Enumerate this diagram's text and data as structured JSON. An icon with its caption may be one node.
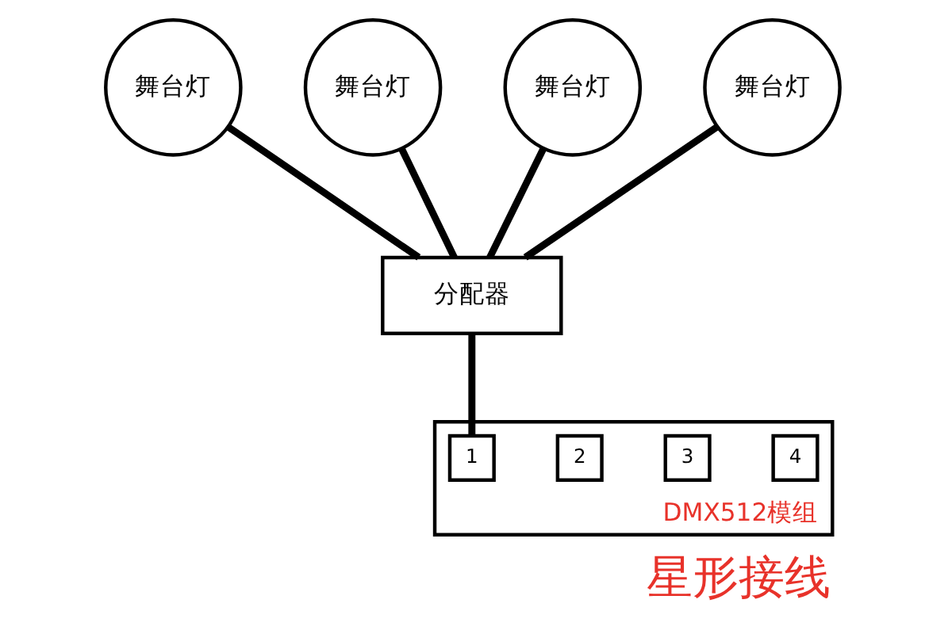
{
  "diagram": {
    "caption": "星形接线",
    "nodes": [
      {
        "text": [
          "舞台灯"
        ]
      },
      {
        "text": [
          "舞台灯"
        ]
      },
      {
        "text": [
          "舞台灯"
        ]
      },
      {
        "text": [
          "舞台灯"
        ]
      },
      {
        "text": [
          "分配器"
        ]
      },
      {
        "text": [
          "DMX512模组"
        ]
      },
      {
        "text": [
          "1"
        ],
        "in": 5
      },
      {
        "text": [
          "2"
        ],
        "in": 5
      },
      {
        "text": [
          "3"
        ],
        "in": 5
      },
      {
        "text": [
          "4"
        ],
        "in": 5
      }
    ],
    "edges": [
      {
        "from": 0,
        "to": 4,
        "arrow": "none"
      },
      {
        "from": 1,
        "to": 4,
        "arrow": "none"
      },
      {
        "from": 2,
        "to": 4,
        "arrow": "none"
      },
      {
        "from": 3,
        "to": 4,
        "arrow": "none"
      },
      {
        "from": 4,
        "to": 6,
        "arrow": "none"
      }
    ]
  }
}
